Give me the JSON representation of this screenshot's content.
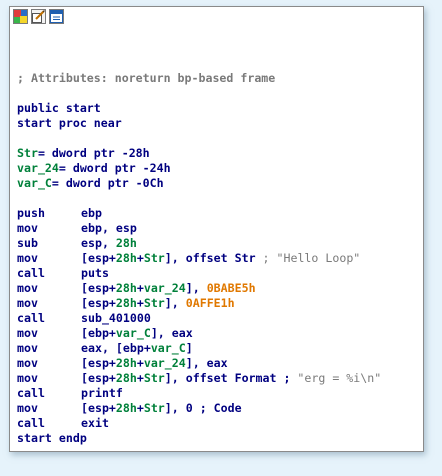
{
  "toolbar": {
    "buttons": [
      "palette-icon",
      "graph-edit-icon",
      "window-icon"
    ]
  },
  "code": {
    "attr_comment": "; Attributes: noreturn bp-based frame",
    "pub": "public start",
    "proc": "start proc near",
    "vars": [
      {
        "name": "Str",
        "def": "= dword ptr -28h"
      },
      {
        "name": "var_24",
        "def": "= dword ptr -24h"
      },
      {
        "name": "var_C",
        "def": "= dword ptr -0Ch"
      }
    ],
    "ins": {
      "i1": {
        "m": "push",
        "a": "ebp"
      },
      "i2": {
        "m": "mov",
        "a": "ebp, esp"
      },
      "i3": {
        "m": "sub",
        "a": "esp, ",
        "b": "28h"
      },
      "i4": {
        "m": "mov",
        "a": "[esp+",
        "b": "28h",
        "c": "+",
        "d": "Str",
        "e": "], offset ",
        "f": "Str",
        "g": " ; ",
        "h": "\"Hello Loop\""
      },
      "i5": {
        "m": "call",
        "a": "puts"
      },
      "i6": {
        "m": "mov",
        "a": "[esp+",
        "b": "28h",
        "c": "+",
        "d": "var_24",
        "e": "], ",
        "f": "0BABE5h"
      },
      "i7": {
        "m": "mov",
        "a": "[esp+",
        "b": "28h",
        "c": "+",
        "d": "Str",
        "e": "], ",
        "f": "0AFFE1h"
      },
      "i8": {
        "m": "call",
        "a": "sub_401000"
      },
      "i9": {
        "m": "mov",
        "a": "[ebp+",
        "b": "var_C",
        "c": "], eax"
      },
      "i10": {
        "m": "mov",
        "a": "eax, [ebp+",
        "b": "var_C",
        "c": "]"
      },
      "i11": {
        "m": "mov",
        "a": "[esp+",
        "b": "28h",
        "c": "+",
        "d": "var_24",
        "e": "], eax"
      },
      "i12": {
        "m": "mov",
        "a": "[esp+",
        "b": "28h",
        "c": "+",
        "d": "Str",
        "e": "], offset Format ; ",
        "f": "\"erg = %i\\n\""
      },
      "i13": {
        "m": "call",
        "a": "printf"
      },
      "i14": {
        "m": "mov",
        "a": "[esp+",
        "b": "28h",
        "c": "+",
        "d": "Str",
        "e": "], 0 ; Code"
      },
      "i15": {
        "m": "call",
        "a": "exit"
      }
    },
    "endp": "start endp"
  },
  "colors": {
    "blue": "#000080",
    "green": "#00803a",
    "orange": "#e07800",
    "gray": "#7a7a7a"
  }
}
